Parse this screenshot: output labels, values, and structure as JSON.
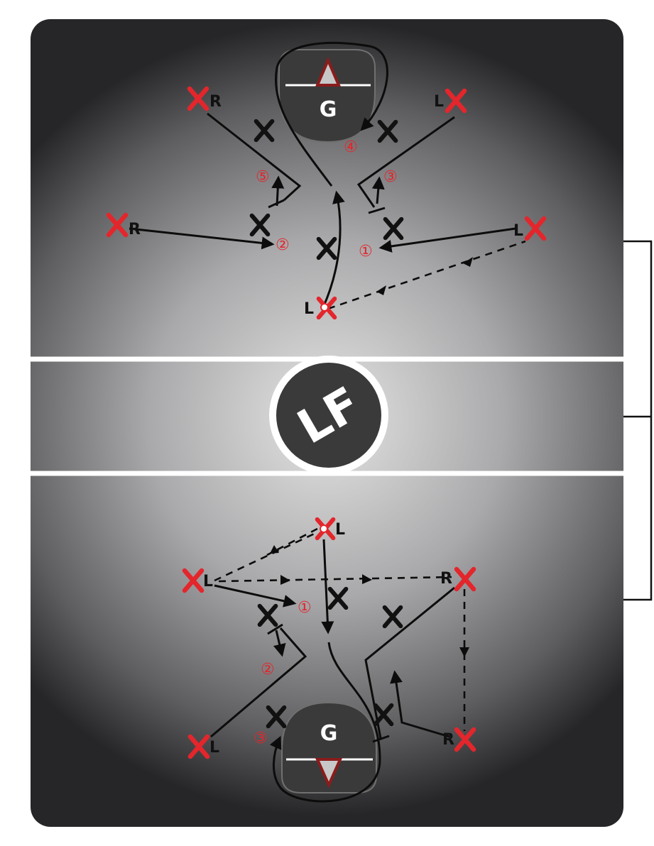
{
  "logo": {
    "text": "LF"
  },
  "top_half": {
    "goalie_label": "G",
    "attackers": [
      {
        "hand": "R",
        "id": "top-left-attacker"
      },
      {
        "hand": "L",
        "id": "top-right-attacker"
      },
      {
        "hand": "R",
        "id": "left-wing-attacker"
      },
      {
        "hand": "L",
        "id": "right-wing-attacker"
      },
      {
        "hand": "L",
        "id": "ball-carrier"
      }
    ],
    "sequence": [
      "①",
      "②",
      "③",
      "④",
      "⑤"
    ]
  },
  "bottom_half": {
    "goalie_label": "G",
    "attackers": [
      {
        "hand": "L",
        "id": "ball-carrier"
      },
      {
        "hand": "L",
        "id": "left-wing-attacker"
      },
      {
        "hand": "R",
        "id": "right-wing-attacker"
      },
      {
        "hand": "L",
        "id": "low-left-attacker"
      },
      {
        "hand": "R",
        "id": "low-right-attacker"
      }
    ],
    "sequence": [
      "①",
      "②",
      "③"
    ]
  },
  "colors": {
    "attacker": "#e3262c",
    "defender": "#111111",
    "sequence_number": "#e3262c",
    "field_light": "#e4e4e4",
    "field_dark": "#2a2a2a",
    "line": "#ffffff"
  }
}
